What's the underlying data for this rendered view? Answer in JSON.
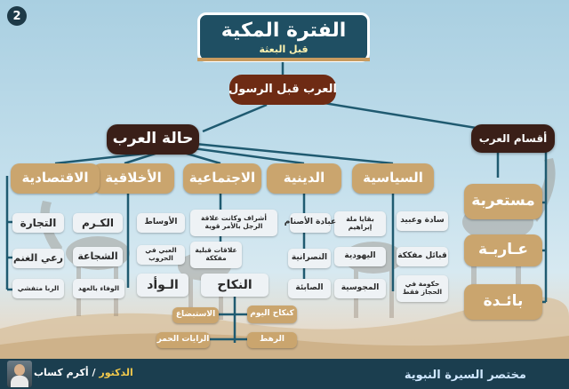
{
  "badge_number": "2",
  "title": {
    "main": "الفترة المكية",
    "subtitle": "قبل البعثة"
  },
  "root": "العرب قبل الرسول",
  "state_of_arabs": "حالة العرب",
  "arab_divisions": {
    "label": "أقسام العرب",
    "items": [
      "مستعربة",
      "عـاربـة",
      "بائـدة"
    ]
  },
  "categories": {
    "political": {
      "label": "السياسية",
      "items": [
        "سادة وعبيد",
        "قبائل مفككة",
        "حكومة في الحجاز فقط"
      ]
    },
    "religious": {
      "label": "الدينية",
      "items": [
        "بقايا ملة إبراهيم",
        "عبادة الأصنام",
        "اليهودية",
        "النصرانية",
        "المجوسية",
        "الصابئة"
      ]
    },
    "social": {
      "label": "الاجتماعية",
      "items": [
        "الأوساط",
        "أشراف وكانت علاقة الرجل بالأمر قوية",
        "العبي في الحروب",
        "علاقات قبلية مفككة",
        "الـوأد",
        "النكاح"
      ]
    },
    "moral": {
      "label": "الأخلاقية",
      "items": [
        "الكـرم",
        "الشجاعة",
        "الوفاء بالعهد"
      ]
    },
    "economic": {
      "label": "الاقتصادية",
      "items": [
        "التجارة",
        "رعي الغنم",
        "الربا متفشي"
      ]
    }
  },
  "marriage_types": [
    "كنكاح اليوم",
    "الاستبضاع",
    "الرهط",
    "الرايات الحمر"
  ],
  "footer": {
    "title": "مختصر السيرة النبوية",
    "doctor_label": "الدكتور",
    "doctor_name": "أكرم كساب"
  }
}
